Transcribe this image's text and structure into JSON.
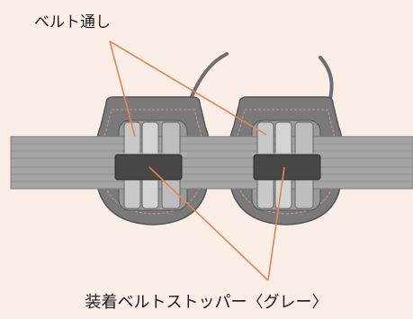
{
  "labels": {
    "belt_loop": "ベルト通し",
    "stopper": "装着ベルトストッパー〈グレー〉"
  },
  "colors": {
    "background": "#fbeee6",
    "belt": "#a4a4a4",
    "belt_stitch": "#8c8c8c",
    "housing": "#7a7a7a",
    "housing_dark": "#555555",
    "window": "#c8c8c8",
    "stopper": "#474747",
    "cable": "#6e6e6e",
    "leader_line": "#e8834f",
    "stitch_pink": "#d98aa8"
  },
  "icons": [
    "sensor-housing-left",
    "sensor-housing-right",
    "cable-left",
    "cable-right"
  ]
}
